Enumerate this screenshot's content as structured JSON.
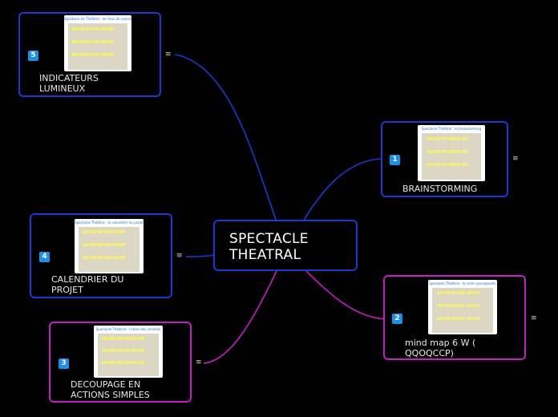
{
  "colors": {
    "blue": "#1a3ad0",
    "pink": "#c21fc2",
    "badge": "#1d8fe6",
    "background": "#000000"
  },
  "central": {
    "text": "SPECTACLE\nTHEATRAL"
  },
  "menu_glyph": "≡",
  "nodes": [
    {
      "id": "n5",
      "number": "5",
      "label": "INDICATEURS\nLUMINEUX",
      "thumb_title": "Spectacle de Théâtral : les feux de signalisation du projet",
      "color": "blue",
      "icon": "menu-icon"
    },
    {
      "id": "n1",
      "number": "1",
      "label": "BRAINSTORMING",
      "thumb_title": "Spectacle Théâtral : le brainstorming",
      "color": "blue",
      "icon": "menu-icon"
    },
    {
      "id": "n4",
      "number": "4",
      "label": "CALENDRIER DU\nPROJET",
      "thumb_title": "Spectacle Théâtral : le calendrier du projet",
      "color": "blue",
      "icon": "menu-icon"
    },
    {
      "id": "n2",
      "number": "2",
      "label": "mind map 6 W (\nQQOQCCP)",
      "thumb_title": "Spectacle Théâtral : la carte conceptuelle",
      "color": "pink",
      "icon": "menu-icon"
    },
    {
      "id": "n3",
      "number": "3",
      "label": "DECOUPAGE EN\nACTIONS SIMPLES",
      "thumb_title": "Spectacle Théâtral : l'arbre des activités",
      "color": "pink",
      "icon": "menu-icon"
    }
  ]
}
